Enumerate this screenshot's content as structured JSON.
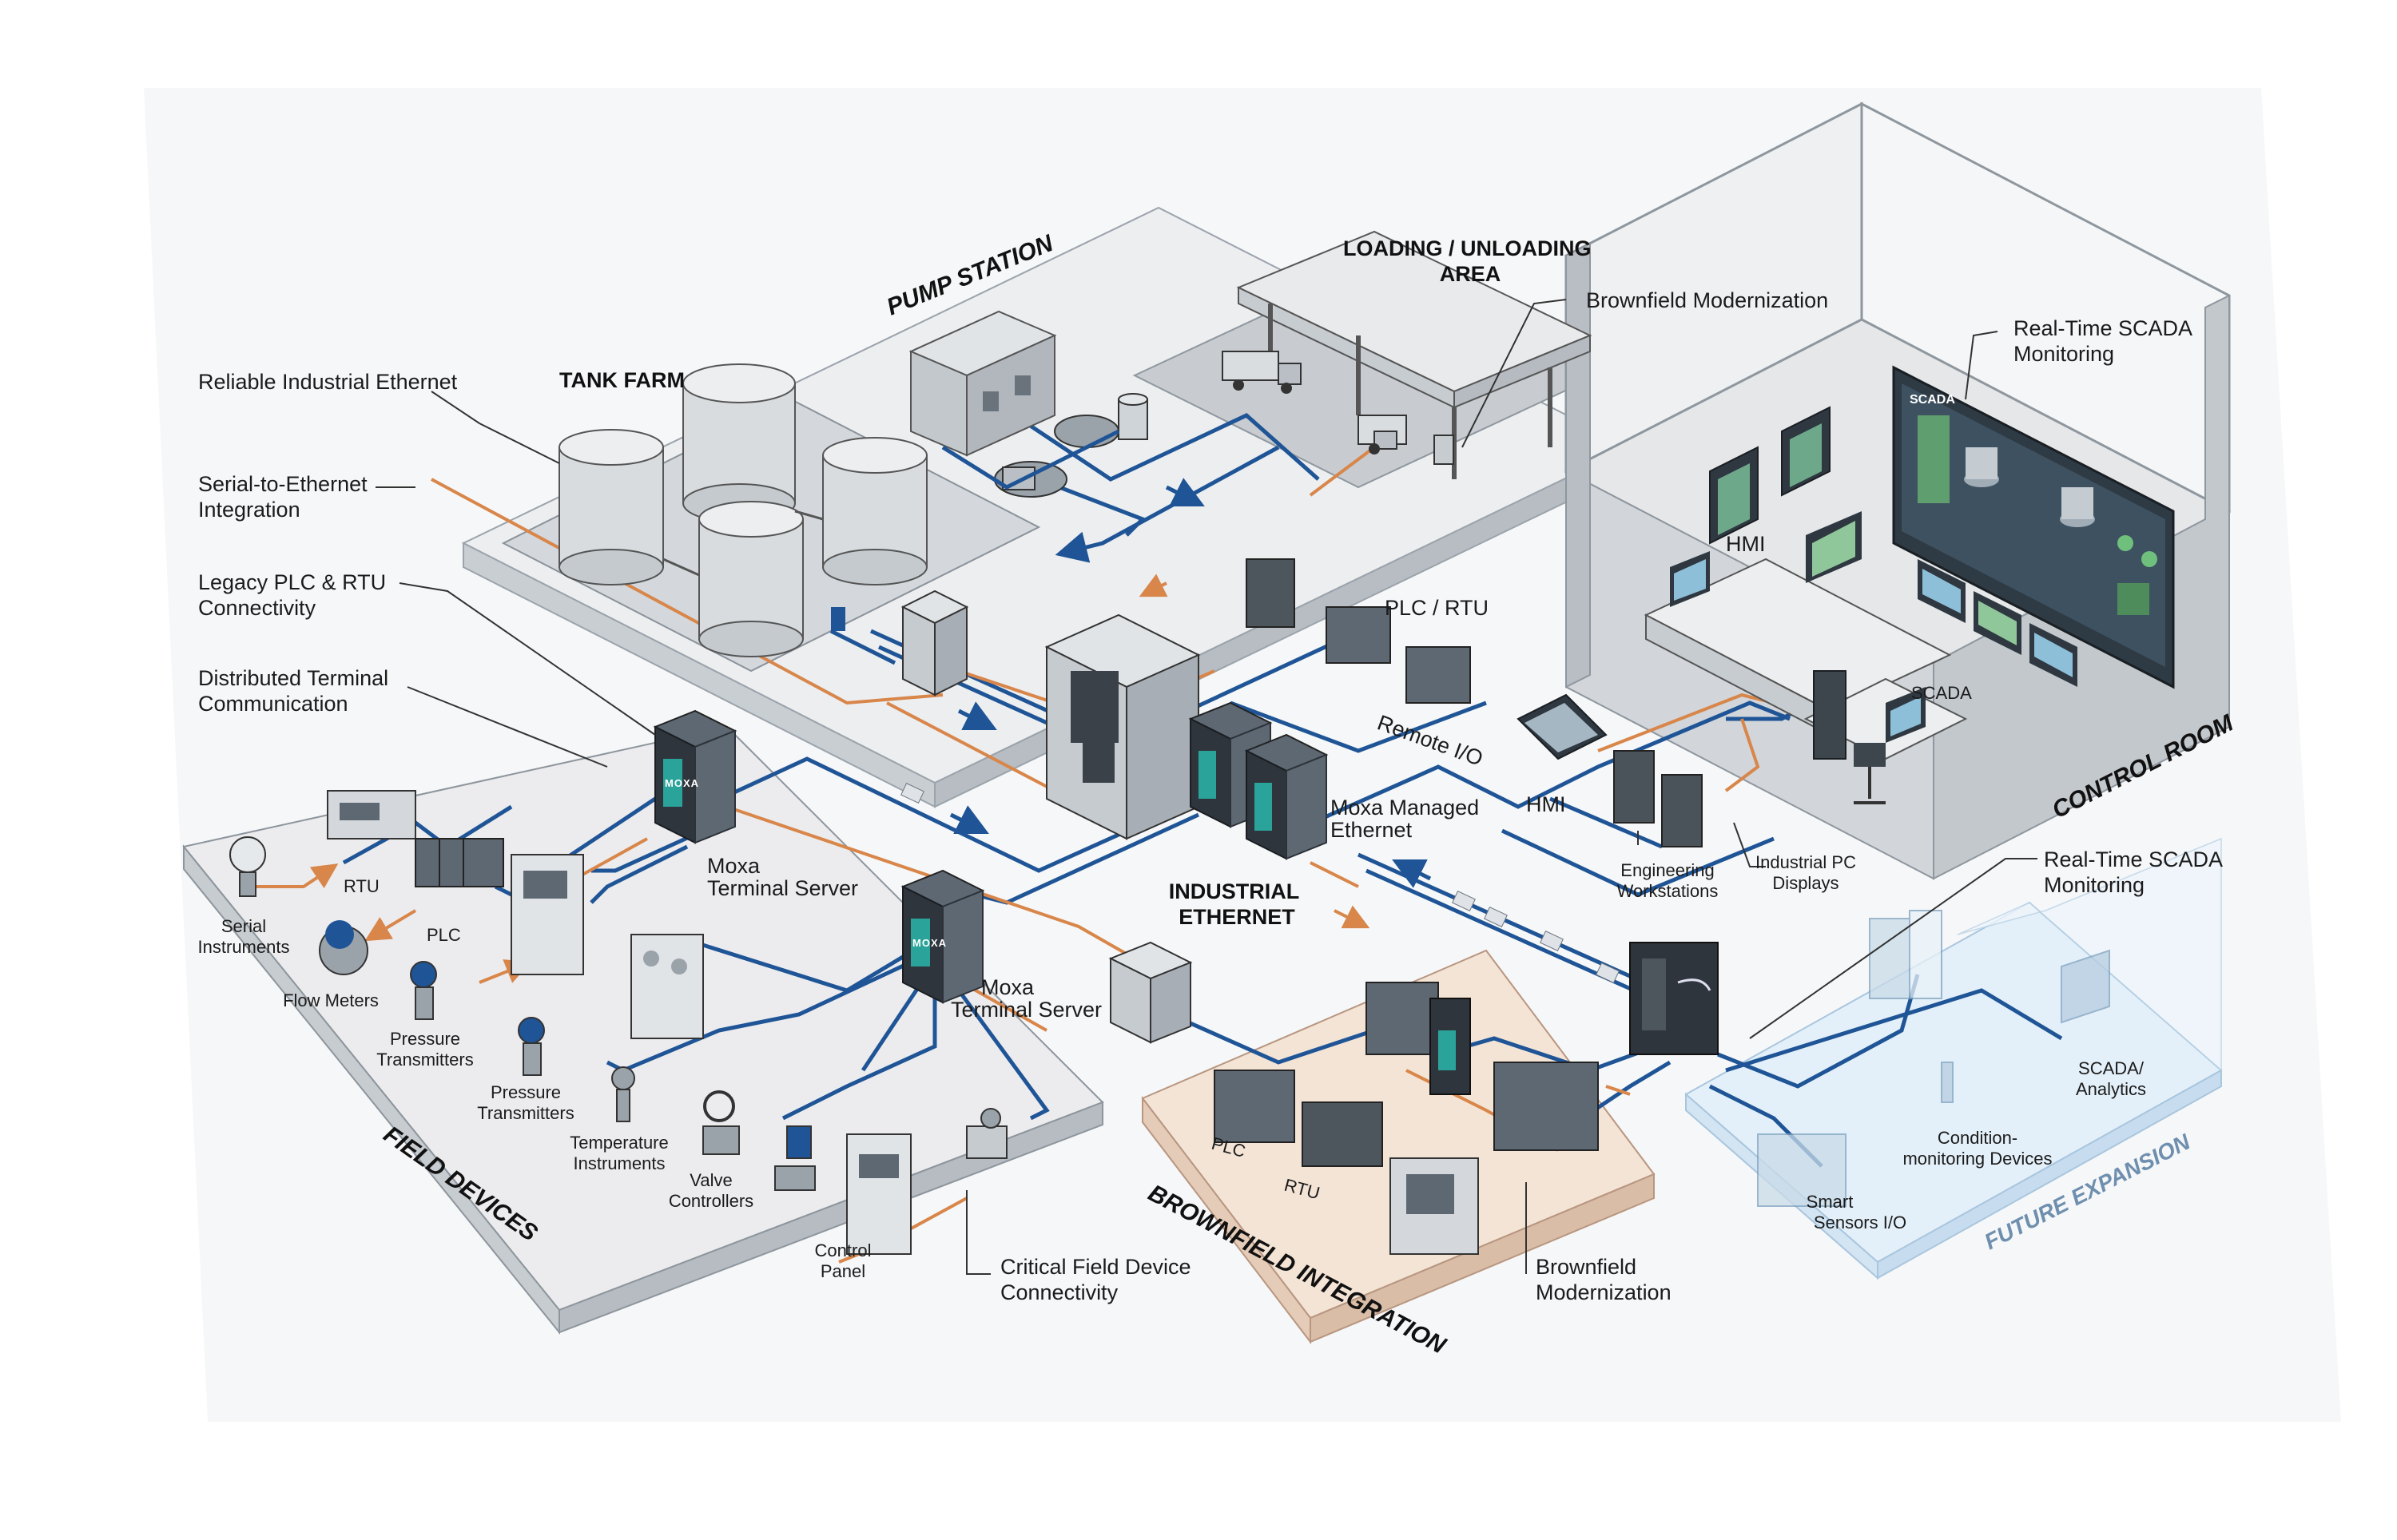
{
  "zones": {
    "pump_station": "PUMP STATION",
    "tank_farm": "TANK FARM",
    "loading_area": "LOADING / UNLOADING AREA",
    "control_room": "CONTROL ROOM",
    "field_devices": "FIELD DEVICES",
    "industrial_ethernet": "INDUSTRIAL ETHERNET",
    "brownfield_integration": "BROWNFIELD INTEGRATION",
    "future_expansion": "FUTURE EXPANSION"
  },
  "callouts": {
    "reliable_ethernet": "Reliable Industrial Ethernet",
    "serial_to_ethernet": "Serial-to-Ethernet Integration",
    "legacy_plc_rtu": "Legacy PLC & RTU Connectivity",
    "distributed_terminal": "Distributed Terminal Communication",
    "brownfield_top": "Brownfield Modernization",
    "realtime_scada_top": "Real-Time SCADA Monitoring",
    "realtime_scada_mid": "Real-Time SCADA Monitoring",
    "critical_field": "Critical Field Device Connectivity",
    "brownfield_bottom": "Brownfield Modernization"
  },
  "devices": {
    "moxa_ts_1": "Moxa Terminal Server",
    "moxa_ts_2": "Moxa Terminal Server",
    "moxa_managed": "Moxa Managed Ethernet",
    "plc_rtu": "PLC / RTU",
    "remote_io": "Remote I/O",
    "hmi_room": "HMI",
    "hmi_panel": "HMI",
    "scada": "SCADA",
    "eng_workstations": "Engineering Workstations",
    "ipc_displays": "Industrial PC Displays",
    "rtu": "RTU",
    "plc": "PLC",
    "serial_instruments": "Serial Instruments",
    "flow_meters": "Flow Meters",
    "pressure_tx_1": "Pressure Transmitters",
    "pressure_tx_2": "Pressure Transmitters",
    "temperature_instruments": "Temperature Instruments",
    "valve_controllers": "Valve Controllers",
    "control_panel": "Control Panel",
    "bf_plc": "PLC",
    "bf_rtu": "RTU",
    "fe_scada_analytics": "SCADA/ Analytics",
    "fe_condition": "Condition-monitoring Devices",
    "fe_smart_sensors": "Smart Sensors I/O",
    "moxa_brand": "MOXA",
    "scada_screen": "SCADA"
  },
  "colors": {
    "ethernet_blue": "#1f5596",
    "serial_orange": "#d8864a",
    "brownfield_fill": "#f4e4d6",
    "future_fill": "#e4f0f9",
    "moxa_teal": "#2aa39a"
  }
}
